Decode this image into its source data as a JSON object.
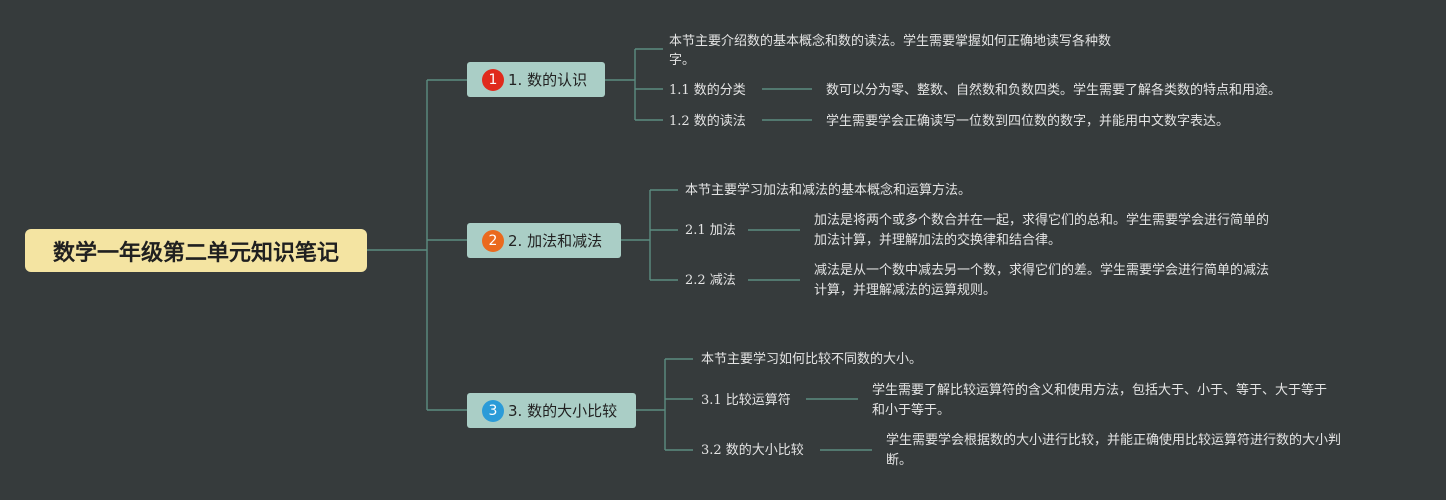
{
  "root": {
    "label": "数学一年级第二单元知识笔记"
  },
  "branches": [
    {
      "label": "1. 数的认识",
      "badge": "1",
      "badge_color": "#e02a1c",
      "summary": [
        "本节主要介绍数的基本概念和数的读法。学生需要掌握如何正确地读写各种数",
        "字。"
      ],
      "items": [
        {
          "label": "1.1 数的分类",
          "desc": [
            "数可以分为零、整数、自然数和负数四类。学生需要了解各类数的特点和用途。"
          ]
        },
        {
          "label": "1.2 数的读法",
          "desc": [
            "学生需要学会正确读写一位数到四位数的数字，并能用中文数字表达。"
          ]
        }
      ]
    },
    {
      "label": "2. 加法和减法",
      "badge": "2",
      "badge_color": "#ea6a1e",
      "summary": [
        "本节主要学习加法和减法的基本概念和运算方法。"
      ],
      "items": [
        {
          "label": "2.1 加法",
          "desc": [
            "加法是将两个或多个数合并在一起，求得它们的总和。学生需要学会进行简单的",
            "加法计算，并理解加法的交换律和结合律。"
          ]
        },
        {
          "label": "2.2 减法",
          "desc": [
            "减法是从一个数中减去另一个数，求得它们的差。学生需要学会进行简单的减法",
            "计算，并理解减法的运算规则。"
          ]
        }
      ]
    },
    {
      "label": "3. 数的大小比较",
      "badge": "3",
      "badge_color": "#2b9bd8",
      "summary": [
        "本节主要学习如何比较不同数的大小。"
      ],
      "items": [
        {
          "label": "3.1 比较运算符",
          "desc": [
            "学生需要了解比较运算符的含义和使用方法，包括大于、小于、等于、大于等于",
            "和小于等于。"
          ]
        },
        {
          "label": "3.2 数的大小比较",
          "desc": [
            "学生需要学会根据数的大小进行比较，并能正确使用比较运算符进行数的大小判",
            "断。"
          ]
        }
      ]
    }
  ]
}
